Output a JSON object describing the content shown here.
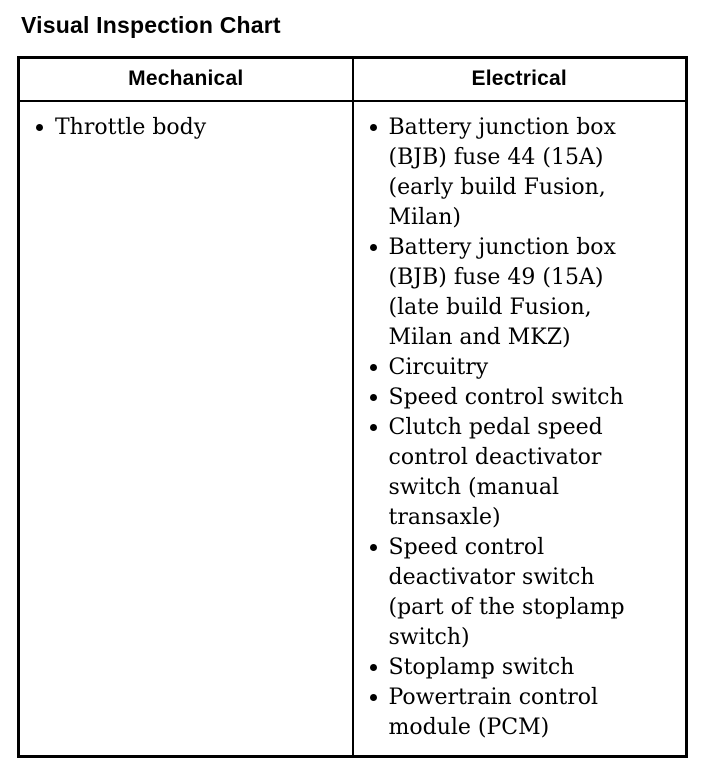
{
  "page": {
    "title": "Visual Inspection Chart"
  },
  "table": {
    "columns": [
      {
        "header": "Mechanical",
        "items": [
          "Throttle body"
        ]
      },
      {
        "header": "Electrical",
        "items": [
          "Battery junction box (BJB) fuse 44 (15A) (early build Fusion, Milan)",
          "Battery junction box (BJB) fuse 49 (15A) (late build Fusion, Milan and MKZ)",
          "Circuitry",
          "Speed control switch",
          "Clutch pedal speed control deactivator switch (manual transaxle)",
          "Speed control deactivator switch (part of the stoplamp switch)",
          "Stoplamp switch",
          "Powertrain control module (PCM)"
        ]
      }
    ]
  },
  "colors": {
    "text": "#000000",
    "border": "#000000",
    "background": "#ffffff"
  }
}
